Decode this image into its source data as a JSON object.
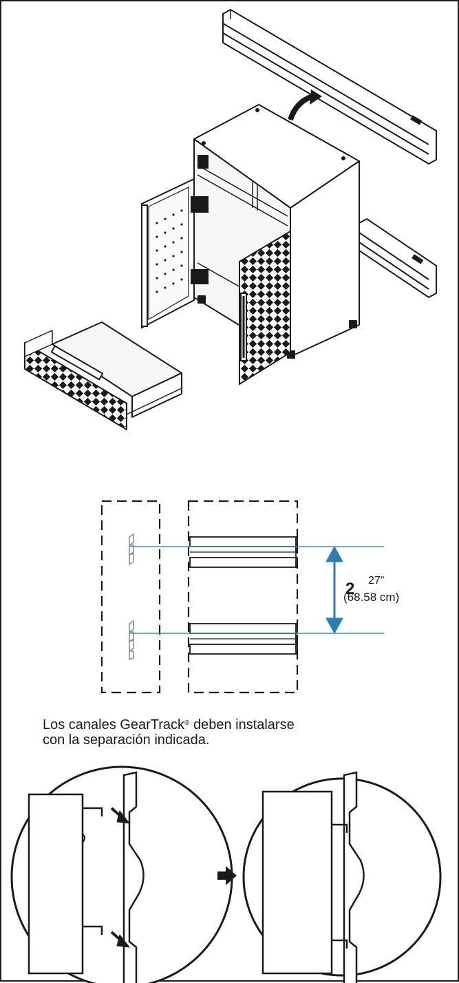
{
  "figure": {
    "step_number": "2",
    "dimension_imperial": "27\"",
    "dimension_metric": "(68.58 cm)",
    "caption_before_mark": "Los canales GearTrack",
    "caption_mark": "®",
    "caption_after_mark": " deben instalarse",
    "caption_line2": "con la separación indicada."
  },
  "colors": {
    "outline": "#1a1a1a",
    "measure_lines": "#3d8fb5",
    "arrow_blue": "#2a7fb8",
    "background": "#ffffff"
  }
}
